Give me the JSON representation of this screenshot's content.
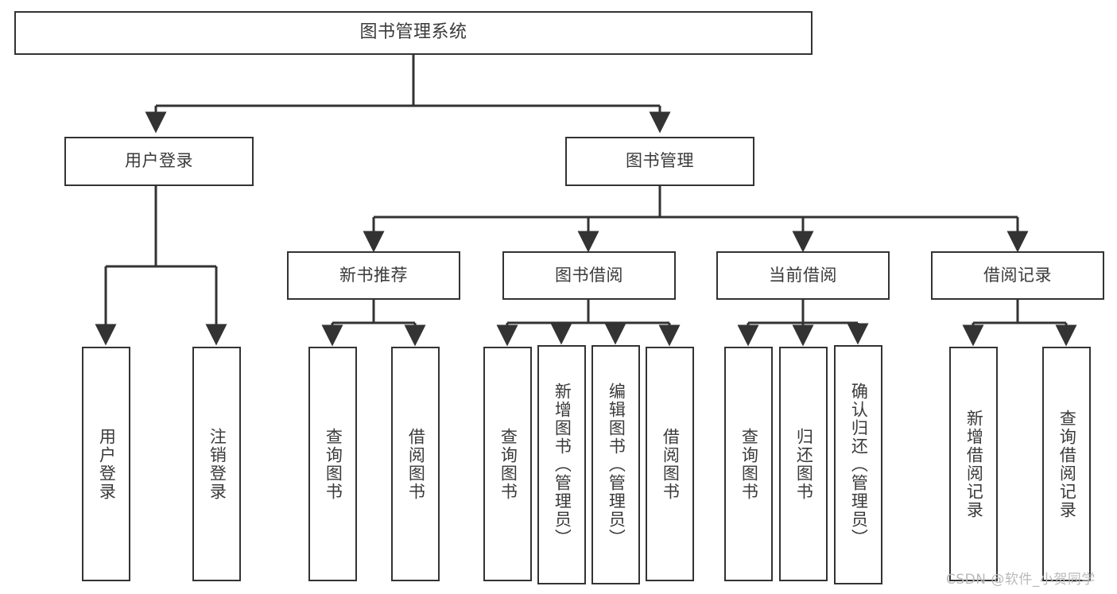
{
  "diagram": {
    "title": "图书管理系统",
    "type": "tree-hierarchy",
    "root": {
      "label": "图书管理系统"
    },
    "level2": [
      {
        "label": "用户登录"
      },
      {
        "label": "图书管理"
      }
    ],
    "level3": [
      {
        "label": "新书推荐"
      },
      {
        "label": "图书借阅"
      },
      {
        "label": "当前借阅"
      },
      {
        "label": "借阅记录"
      }
    ],
    "leaves": {
      "user_login": [
        {
          "label": "用户登录"
        },
        {
          "label": "注销登录"
        }
      ],
      "new_book_recommend": [
        {
          "label": "查询图书"
        },
        {
          "label": "借阅图书"
        }
      ],
      "book_borrow": [
        {
          "label": "查询图书"
        },
        {
          "label": "新增图书（管理员）"
        },
        {
          "label": "编辑图书（管理员）"
        },
        {
          "label": "借阅图书"
        }
      ],
      "current_borrow": [
        {
          "label": "查询图书"
        },
        {
          "label": "归还图书"
        },
        {
          "label": "确认归还（管理员）"
        }
      ],
      "borrow_record": [
        {
          "label": "新增借阅记录"
        },
        {
          "label": "查询借阅记录"
        }
      ]
    }
  },
  "watermark": {
    "text": "CSDN @软件_小贺同学"
  },
  "colors": {
    "stroke": "#333333",
    "text": "#3a3a3a",
    "background": "#ffffff",
    "watermark": "#b9b9b9"
  }
}
